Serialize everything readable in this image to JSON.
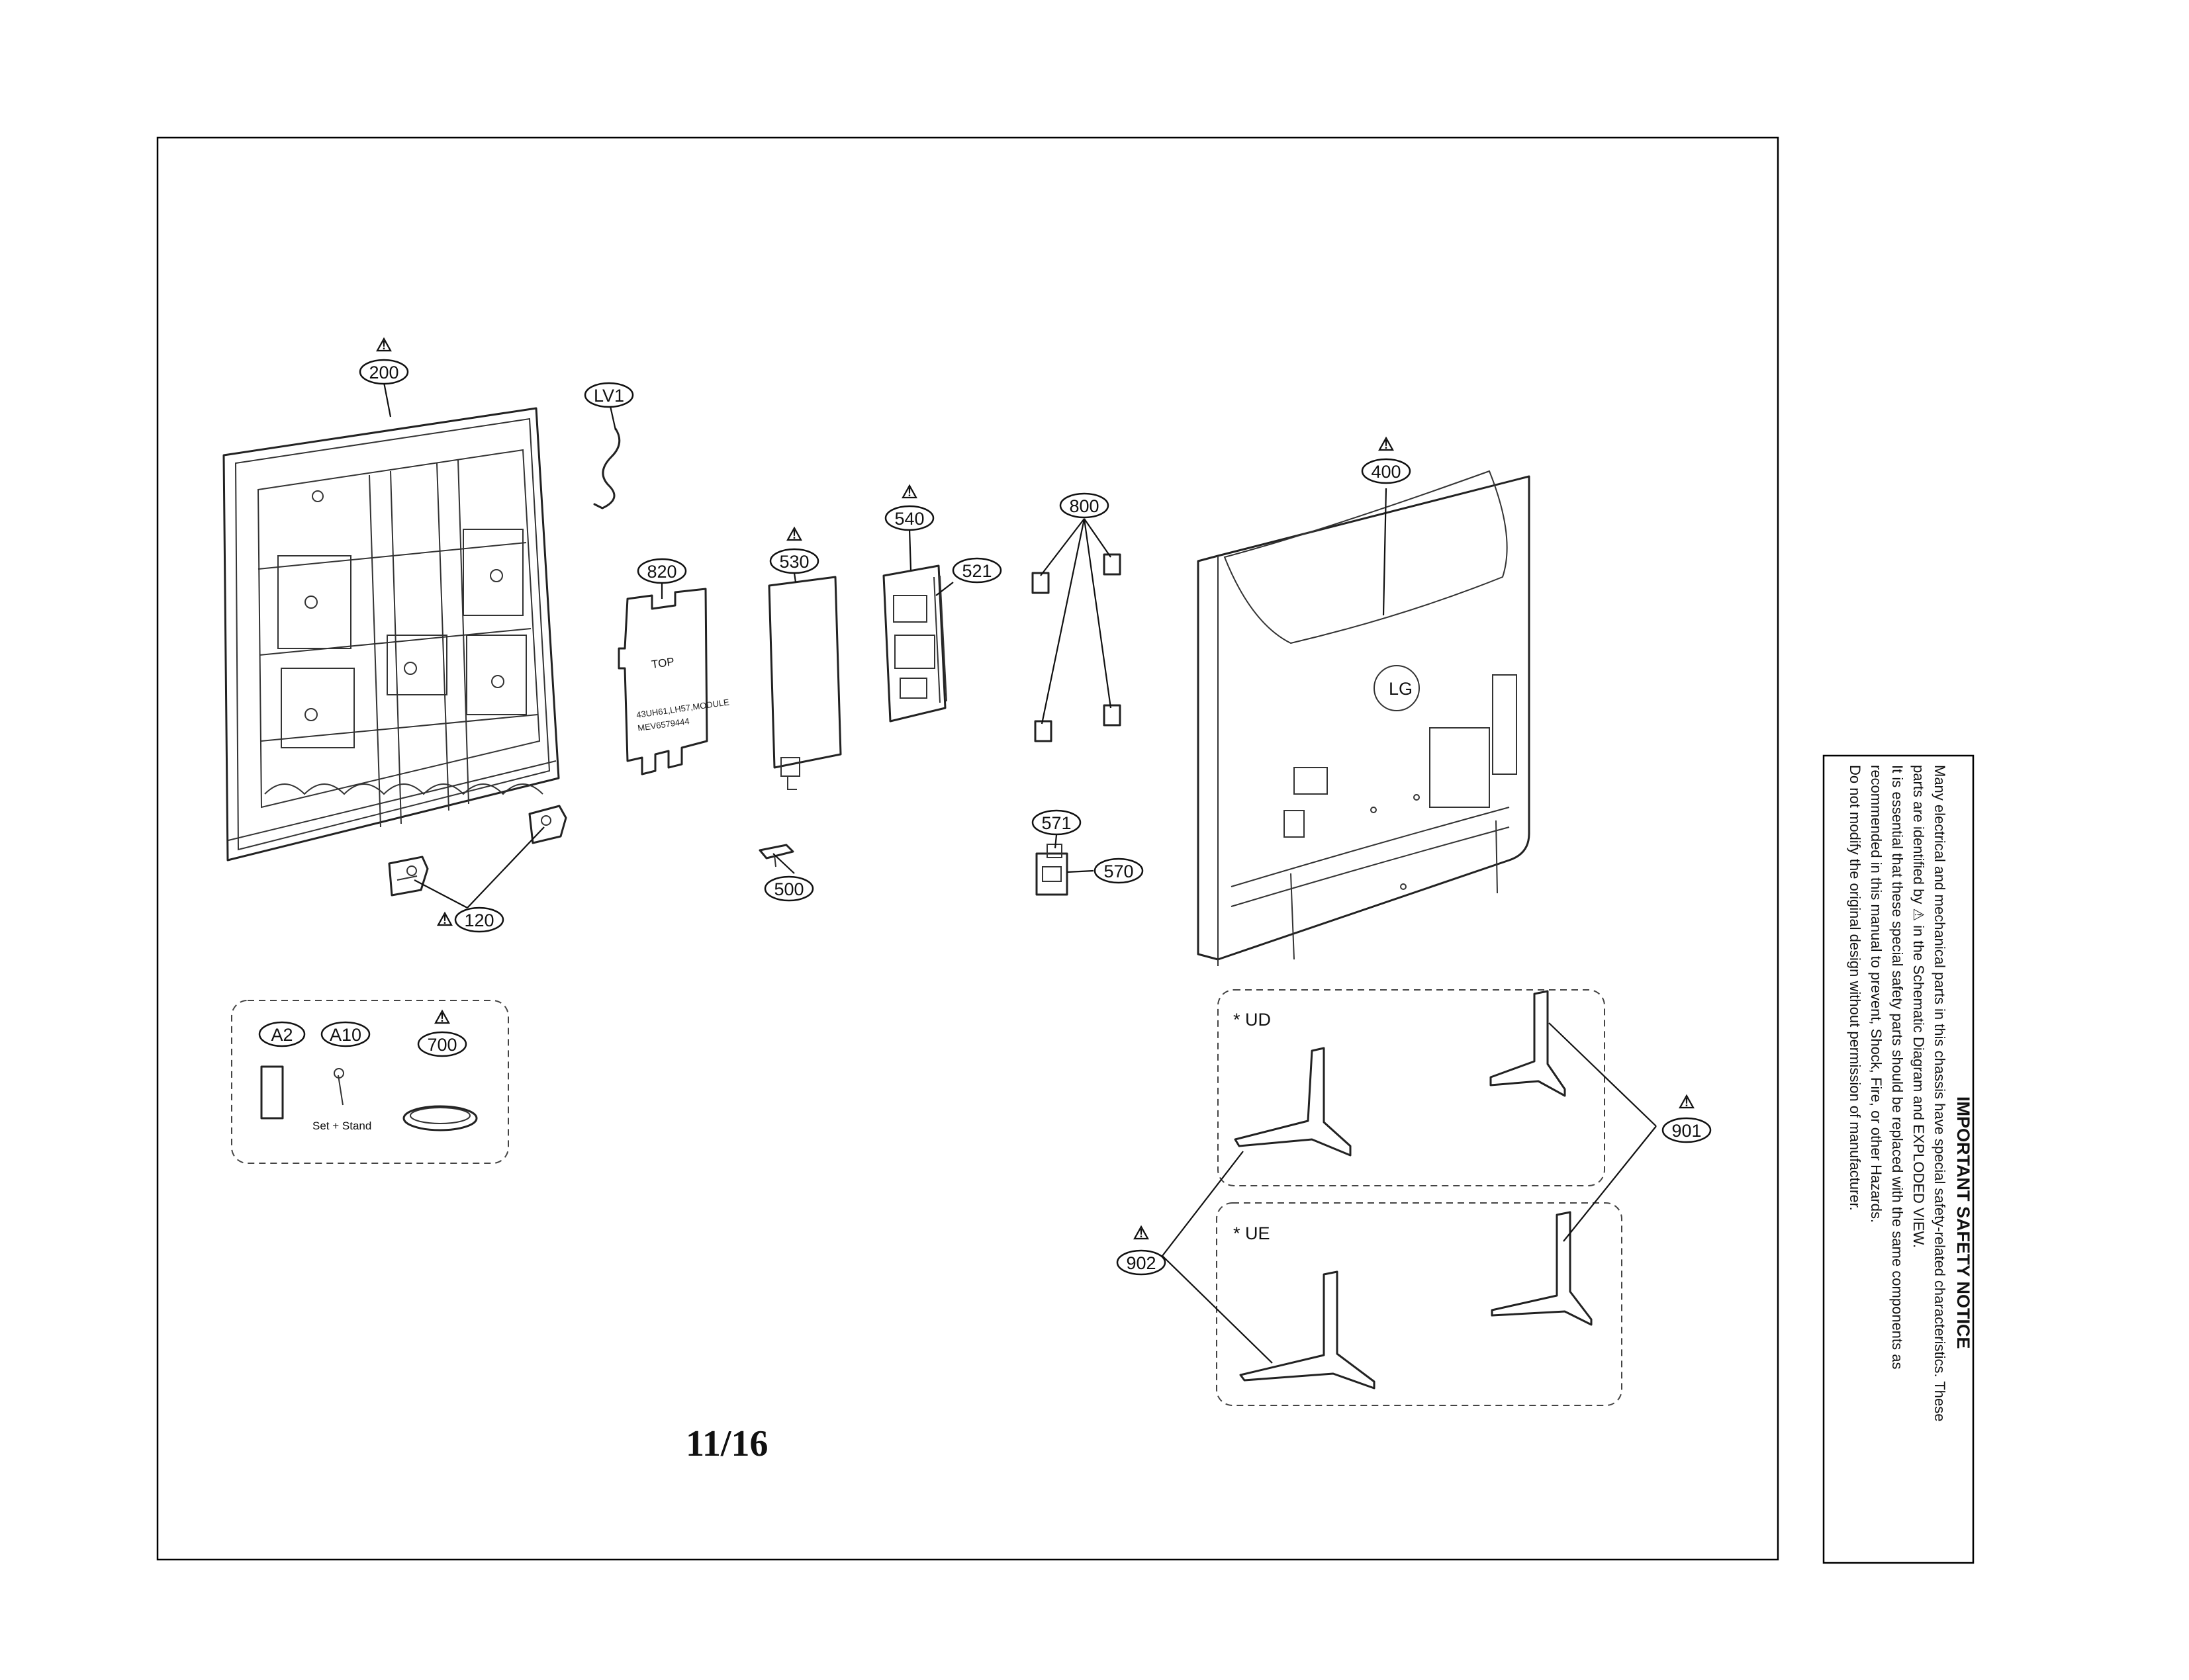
{
  "page_number": "11/16",
  "callouts": {
    "c200": "200",
    "clv1": "LV1",
    "c820": "820",
    "c530": "530",
    "c540": "540",
    "c521": "521",
    "c800": "800",
    "c400": "400",
    "c120": "120",
    "c500": "500",
    "c571": "571",
    "c570": "570",
    "ca2": "A2",
    "ca10": "A10",
    "c700": "700",
    "c901": "901",
    "c902": "902"
  },
  "warning_symbol": "!",
  "accessory_caption": "Set + Stand",
  "stand_variants": {
    "ud": "* UD",
    "ue": "* UE"
  },
  "backcover_logo": "LG",
  "label_sheet": {
    "top": "TOP",
    "line1": "43UH61,LH57,MODULE",
    "line2": "MEV6579444"
  },
  "safety_notice": {
    "title": "IMPORTANT SAFETY NOTICE",
    "lines": [
      "Many electrical and mechanical parts in this chassis have special safety-related characteristics. These",
      "parts are identified by ⚠ in the Schematic Diagram and EXPLODED VIEW.",
      "It is essential that these special safety parts should be replaced with the same components as",
      "recommended in this manual to prevent, Shock, Fire, or other Hazards.",
      "Do not modify the original design without permission of manufacturer."
    ]
  }
}
